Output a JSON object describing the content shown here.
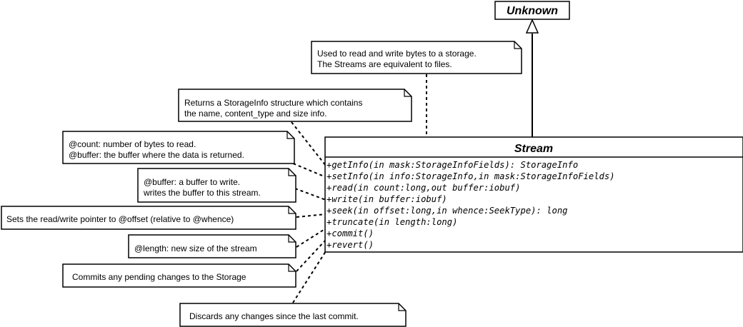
{
  "classes": {
    "unknown": {
      "name": "Unknown"
    },
    "stream": {
      "name": "Stream",
      "operations": [
        "+getInfo(in mask:StorageInfoFields): StorageInfo",
        "+setInfo(in info:StorageInfo,in mask:StorageInfoFields)",
        "+read(in count:long,out buffer:iobuf)",
        "+write(in buffer:iobuf)",
        "+seek(in offset:long,in whence:SeekType): long",
        "+truncate(in length:long)",
        "+commit()",
        "+revert()"
      ]
    }
  },
  "notes": {
    "stream_desc": [
      "Used to read and write bytes to a storage.",
      "The Streams are equivalent to files."
    ],
    "getinfo": [
      "Returns a StorageInfo structure which contains",
      "the name, content_type and size info."
    ],
    "read": [
      "@count:  number of bytes to read.",
      "@buffer: the buffer where the data is returned."
    ],
    "write": [
      "@buffer: a buffer to write.",
      "writes the buffer to this stream."
    ],
    "seek": [
      "Sets the read/write pointer to @offset (relative to @whence)"
    ],
    "truncate": [
      "@length: new size of the stream"
    ],
    "commit": [
      "Commits any pending changes to the Storage"
    ],
    "revert": [
      "Discards any changes since the last commit."
    ]
  }
}
